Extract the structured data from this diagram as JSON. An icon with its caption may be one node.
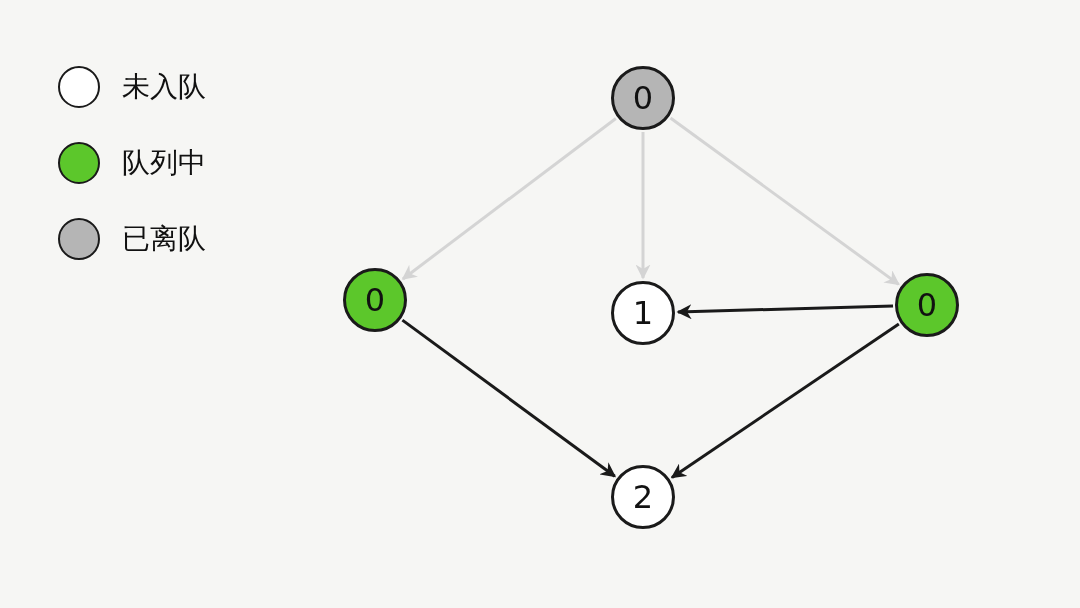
{
  "diagram": {
    "nodes": [
      {
        "text": [
          "0"
        ]
      },
      {
        "text": [
          "0"
        ]
      },
      {
        "text": [
          "1"
        ]
      },
      {
        "text": [
          "0"
        ]
      },
      {
        "text": [
          "2"
        ]
      }
    ],
    "edges": [
      {
        "from": 0,
        "to": 1,
        "arrow": "to",
        "color": "#d4d4d4"
      },
      {
        "from": 0,
        "to": 2,
        "arrow": "to",
        "color": "#d4d4d4"
      },
      {
        "from": 0,
        "to": 3,
        "arrow": "to",
        "color": "#d4d4d4"
      },
      {
        "from": 3,
        "to": 2,
        "arrow": "to",
        "color": "#1a1a1a"
      },
      {
        "from": 1,
        "to": 4,
        "arrow": "to",
        "color": "#1a1a1a"
      },
      {
        "from": 3,
        "to": 4,
        "arrow": "to",
        "color": "#1a1a1a"
      }
    ],
    "legend": [
      {
        "text": "未入队",
        "color": "#ffffff"
      },
      {
        "text": "队列中",
        "color": "#5cc72b"
      },
      {
        "text": "已离队",
        "color": "#b5b5b5"
      }
    ]
  }
}
